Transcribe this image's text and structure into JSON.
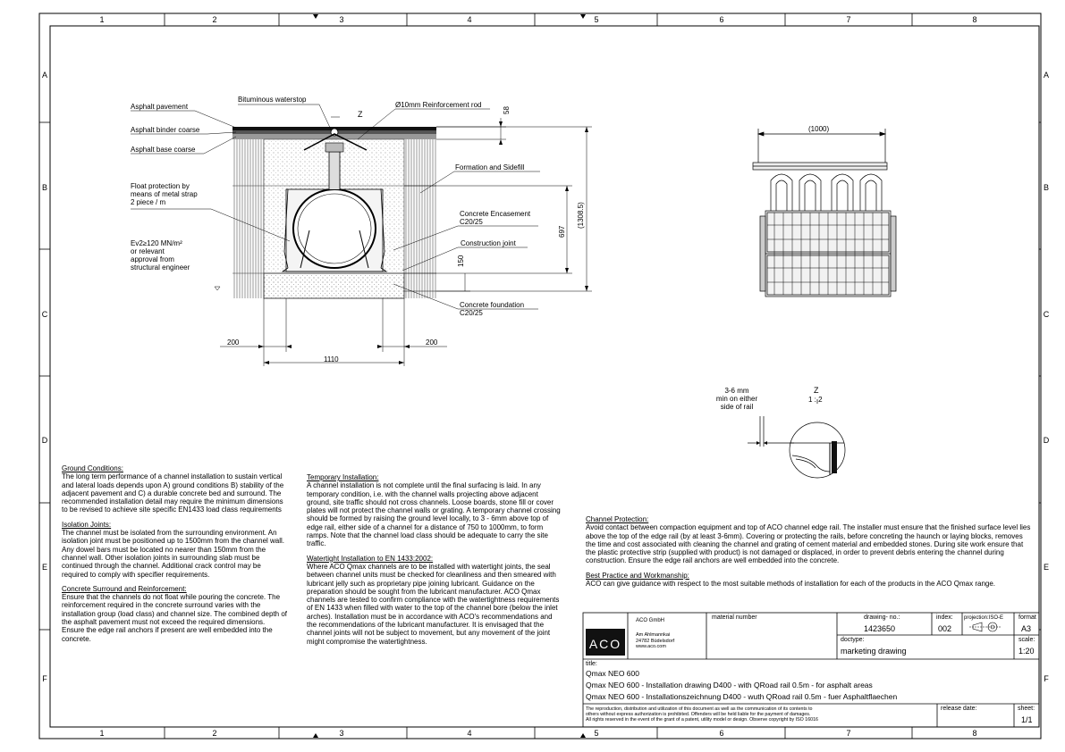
{
  "frame": {
    "columns": [
      "1",
      "2",
      "3",
      "4",
      "5",
      "6",
      "7",
      "8"
    ],
    "rows": [
      "A",
      "B",
      "C",
      "D",
      "E",
      "F"
    ]
  },
  "section_labels": {
    "asphalt_pavement": "Asphalt pavement",
    "asphalt_binder": "Asphalt binder coarse",
    "asphalt_base": "Asphalt base coarse",
    "float_protection": [
      "Float protection by",
      "means of metal strap",
      "2 piece / m"
    ],
    "ev2": [
      "Ev2≥120 MN/m²",
      "or relevant",
      "approval from",
      "structural engineer"
    ],
    "bituminous_waterstop": "Bituminous waterstop",
    "reinforcement_rod": "Ø10mm Reinforcement rod",
    "z_marker": "Z",
    "formation": "Formation and Sidefill",
    "concrete_encasement": [
      "Concrete Encasement",
      "C20/25"
    ],
    "construction_joint": "Construction joint",
    "concrete_foundation": [
      "Concrete foundation",
      "C20/25"
    ]
  },
  "dimensions": {
    "d58": "58",
    "d697": "697",
    "d1308": "(1308.5)",
    "d150": "150",
    "d200_left": "200",
    "d200_right": "200",
    "d1110": "1110",
    "d1000": "(1000)"
  },
  "detail": {
    "rail_note": [
      "3-6 mm",
      "min on either",
      "side of rail"
    ],
    "title": "Z",
    "scale": "1 : 2"
  },
  "notes": {
    "ground_conditions": {
      "heading": "Ground Conditions:",
      "text": "The long term performance of a channel installation to sustain vertical and lateral loads depends upon A) ground conditions B) stability of the adjacent pavement and C) a durable concrete bed and surround. The recommended installation detail may require the minimum dimensions to be revised to achieve site specific EN1433 load class requirements"
    },
    "isolation_joints": {
      "heading": "Isolation Joints:",
      "text": "The channel must be isolated from the surrounding environment. An isolation joint must be positioned up to 1500mm from the channel wall. Any dowel bars must be located no nearer than 150mm from the channel wall. Other isolation joints in surrounding slab must be continued through the channel. Additional crack control may be required to comply with specifier requirements."
    },
    "concrete_surround": {
      "heading": "Concrete Surround and Reinforcement:",
      "text": "Ensure that the channels do not float while pouring the concrete. The reinforcement required in the concrete surround varies with the installation group (load class) and channel size. The combined depth of the asphalt pavement must not exceed the required dimensions. Ensure the edge rail anchors if present are well embedded into the concrete."
    },
    "temporary_installation": {
      "heading": "Temporary Installation:",
      "text": "A channel installation is not complete until the final surfacing is laid. In any temporary condition, i.e. with the channel walls projecting above adjacent ground, site traffic should not cross channels. Loose boards, stone fill or cover plates will not protect the channel walls or grating. A temporary channel crossing should be formed by raising the ground level locally, to 3 - 6mm above top of edge rail, either side of a channel for a distance of 750 to 1000mm, to form ramps. Note that the channel load class should be adequate to carry the site traffic."
    },
    "watertight": {
      "heading": "Watertight Installation to EN 1433:2002:",
      "text": "Where ACO Qmax channels are to be installed with watertight joints, the seal between channel units must be checked for cleanliness and then smeared with lubricant jelly such as proprietary pipe joining lubricant. Guidance on the preparation should be sought from the lubricant manufacturer. ACO Qmax channels are tested to confirm compliance with the watertightness requirements of EN 1433 when filled with water to the top of the channel bore (below the inlet arches). Installation must be in accordance with ACO's recommendations and the recommendations of the lubricant manufacturer. It is envisaged that the channel joints will not be subject to movement, but any movement of the joint might compromise the watertightness."
    },
    "channel_protection": {
      "heading": "Channel Protection:",
      "text": "Avoid contact between compaction equipment and top of ACO channel edge rail. The installer must ensure that the finished surface level lies above the top of the edge rail (by at least 3-6mm). Covering or protecting the rails, before concreting the haunch or laying blocks, removes the time and cost associated with cleaning the channel and grating of cement material and embedded stones. During site work ensure that the plastic protective strip (supplied with product) is not damaged or displaced, in order to prevent debris entering the channel during construction. Ensure the edge rail anchors are well embedded into the concrete."
    },
    "best_practice": {
      "heading": "Best Practice and Workmanship:",
      "text": "ACO can give guidance with respect to the most suitable methods of installation for each of the products in the ACO Qmax range."
    }
  },
  "title_block": {
    "logo": "ACO",
    "company": "ACO GmbH",
    "address": [
      "Am Ahlmannkai",
      "24782 Büdelsdorf",
      "www.aco.com"
    ],
    "material_number_label": "material number",
    "drawing_no_label": "drawing- no.:",
    "drawing_no": "1423650",
    "index_label": "index:",
    "index": "002",
    "projection_label": "projection:ISO-E",
    "format_label": "format",
    "format": "A3",
    "doc_type_label": "doctype:",
    "doc_type": "marketing drawing",
    "scale_label": "scale:",
    "scale": "1:20",
    "title_label": "title:",
    "title_lines": [
      "Qmax NEO 600",
      "Qmax NEO 600 - Installation drawing D400 - with QRoad rail 0.5m - for asphalt areas",
      "Qmax NEO 600 - Installationszeichnung D400 - wuth QRoad rail 0.5m - fuer Asphaltflaechen"
    ],
    "copyright": [
      "The reproduction, distribution and utilization of this document as well as the communication of its contents to",
      "others without express authorization is prohibited. Offenders will be held liable for the payment of damages.",
      "All rights reserved in the event of the grant of a patent, utility model or design. Observe copyright by ISO 16016"
    ],
    "release_label": "release date:",
    "sheet_label": "sheet:",
    "sheet": "1/1"
  }
}
